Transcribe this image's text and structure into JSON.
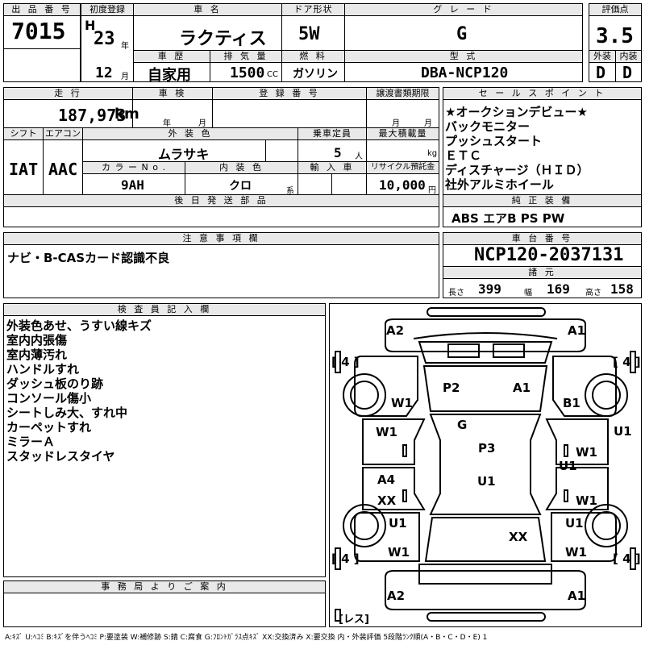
{
  "labels": {
    "lot_no": "出 品 番 号",
    "first_reg": "初度登録",
    "car_name": "車 名",
    "door_type": "ドア形状",
    "grade": "グ レ ー ド",
    "score": "評価点",
    "history": "車 歴",
    "displacement": "排 気 量",
    "fuel": "燃 料",
    "model_code": "型 式",
    "exterior": "外装",
    "interior": "内装",
    "mileage": "走 行",
    "inspection": "車 検",
    "reg_no": "登 録 番 号",
    "transfer_deadline": "譲渡書類期限",
    "shift": "シフト",
    "aircon": "エアコン",
    "ext_color": "外 装 色",
    "capacity": "乗車定員",
    "max_load": "最大積載量",
    "color_no": "カ ラ ー N o .",
    "int_color": "内 装 色",
    "import": "輸 入 車",
    "recycle": "リサイクル預託金",
    "later_parts": "後 日 発 送 部 品",
    "sales_points": "セ ー ル ス ポ イ ン ト",
    "equipment": "純 正 装 備",
    "cautions": "注 意 事 項 欄",
    "chassis_no": "車 台 番 号",
    "specs": "諸 元",
    "inspector_notes": "検 査 員 記 入 欄",
    "office_notice": "事 務 局 よ り ご 案 内"
  },
  "units": {
    "year": "年",
    "month": "月",
    "cc": "CC",
    "persons": "人",
    "kg": "kg",
    "yen": "円",
    "kei": "系",
    "km": "km"
  },
  "vehicle": {
    "lot_no": "7015",
    "era": "H",
    "reg_year": "23",
    "reg_month": "12",
    "car_name": "ラクティス",
    "door_type": "5W",
    "grade": "G",
    "score": "3.5",
    "history": "自家用",
    "displacement": "1500",
    "fuel": "ガソリン",
    "model_code": "DBA-NCP120",
    "ext_score": "D",
    "int_score": "D",
    "mileage": "187,973",
    "shift": "IAT",
    "aircon": "AAC",
    "ext_color": "ムラサキ",
    "capacity": "5",
    "color_no": "9AH",
    "int_color": "クロ",
    "recycle": "10,000",
    "chassis_no": "NCP120-2037131",
    "length_label": "長さ",
    "length": "399",
    "width_label": "幅",
    "width": "169",
    "height_label": "高さ",
    "height": "158"
  },
  "sales_points": [
    "★オークションデビュー★",
    "バックモニター",
    "プッシュスタート",
    "ＥＴＣ",
    "ディスチャージ（ＨＩＤ）",
    "社外アルミホイール"
  ],
  "equipment": "ABS エアB PS PW",
  "cautions": "ナビ・B-CASカード認識不良",
  "inspector_notes": [
    "外装色あせ、うすい線キズ",
    "室内内張傷",
    "室内薄汚れ",
    "ハンドルすれ",
    "ダッシュ板のり跡",
    "コンソール傷小",
    "シートしみ大、すれ中",
    "カーペットすれ",
    "ミラーＡ",
    "スタッドレスタイヤ"
  ],
  "diagram": {
    "marks": {
      "front_left": "A2",
      "front_right": "A1",
      "rear_left": "A2",
      "rear_right": "A1",
      "fender_fl": "W1",
      "fender_fr": "B1",
      "hood_l": "P2",
      "hood_r": "A1",
      "roof": "G",
      "roof2": "P3",
      "roof3": "U1",
      "door_fl": "W1",
      "door_fr1": "U1",
      "door_fr2": "W1",
      "door_fr3": "U1",
      "door_rl1": "A4",
      "door_rl2": "XX",
      "door_rr": "W1",
      "fender_rl1": "U1",
      "fender_rl2": "W1",
      "fender_rr1": "U1",
      "fender_rr2": "W1",
      "rear_glass": "XX"
    },
    "tires": [
      "4",
      "4",
      "4",
      "4"
    ],
    "spare": "レス"
  },
  "legend": "A:ｷｽﾞ U:ﾍｺﾐ B:ｷｽﾞを伴うﾍｺﾐ P:要塗装 W:補修跡 S:錆 C:腐食 G:ﾌﾛﾝﾄｶﾞﾗｽ点ｷｽﾞ XX:交換済み X:要交換 内・外装評価 5段階ﾗﾝｸ順(A・B・C・D・E) 1"
}
